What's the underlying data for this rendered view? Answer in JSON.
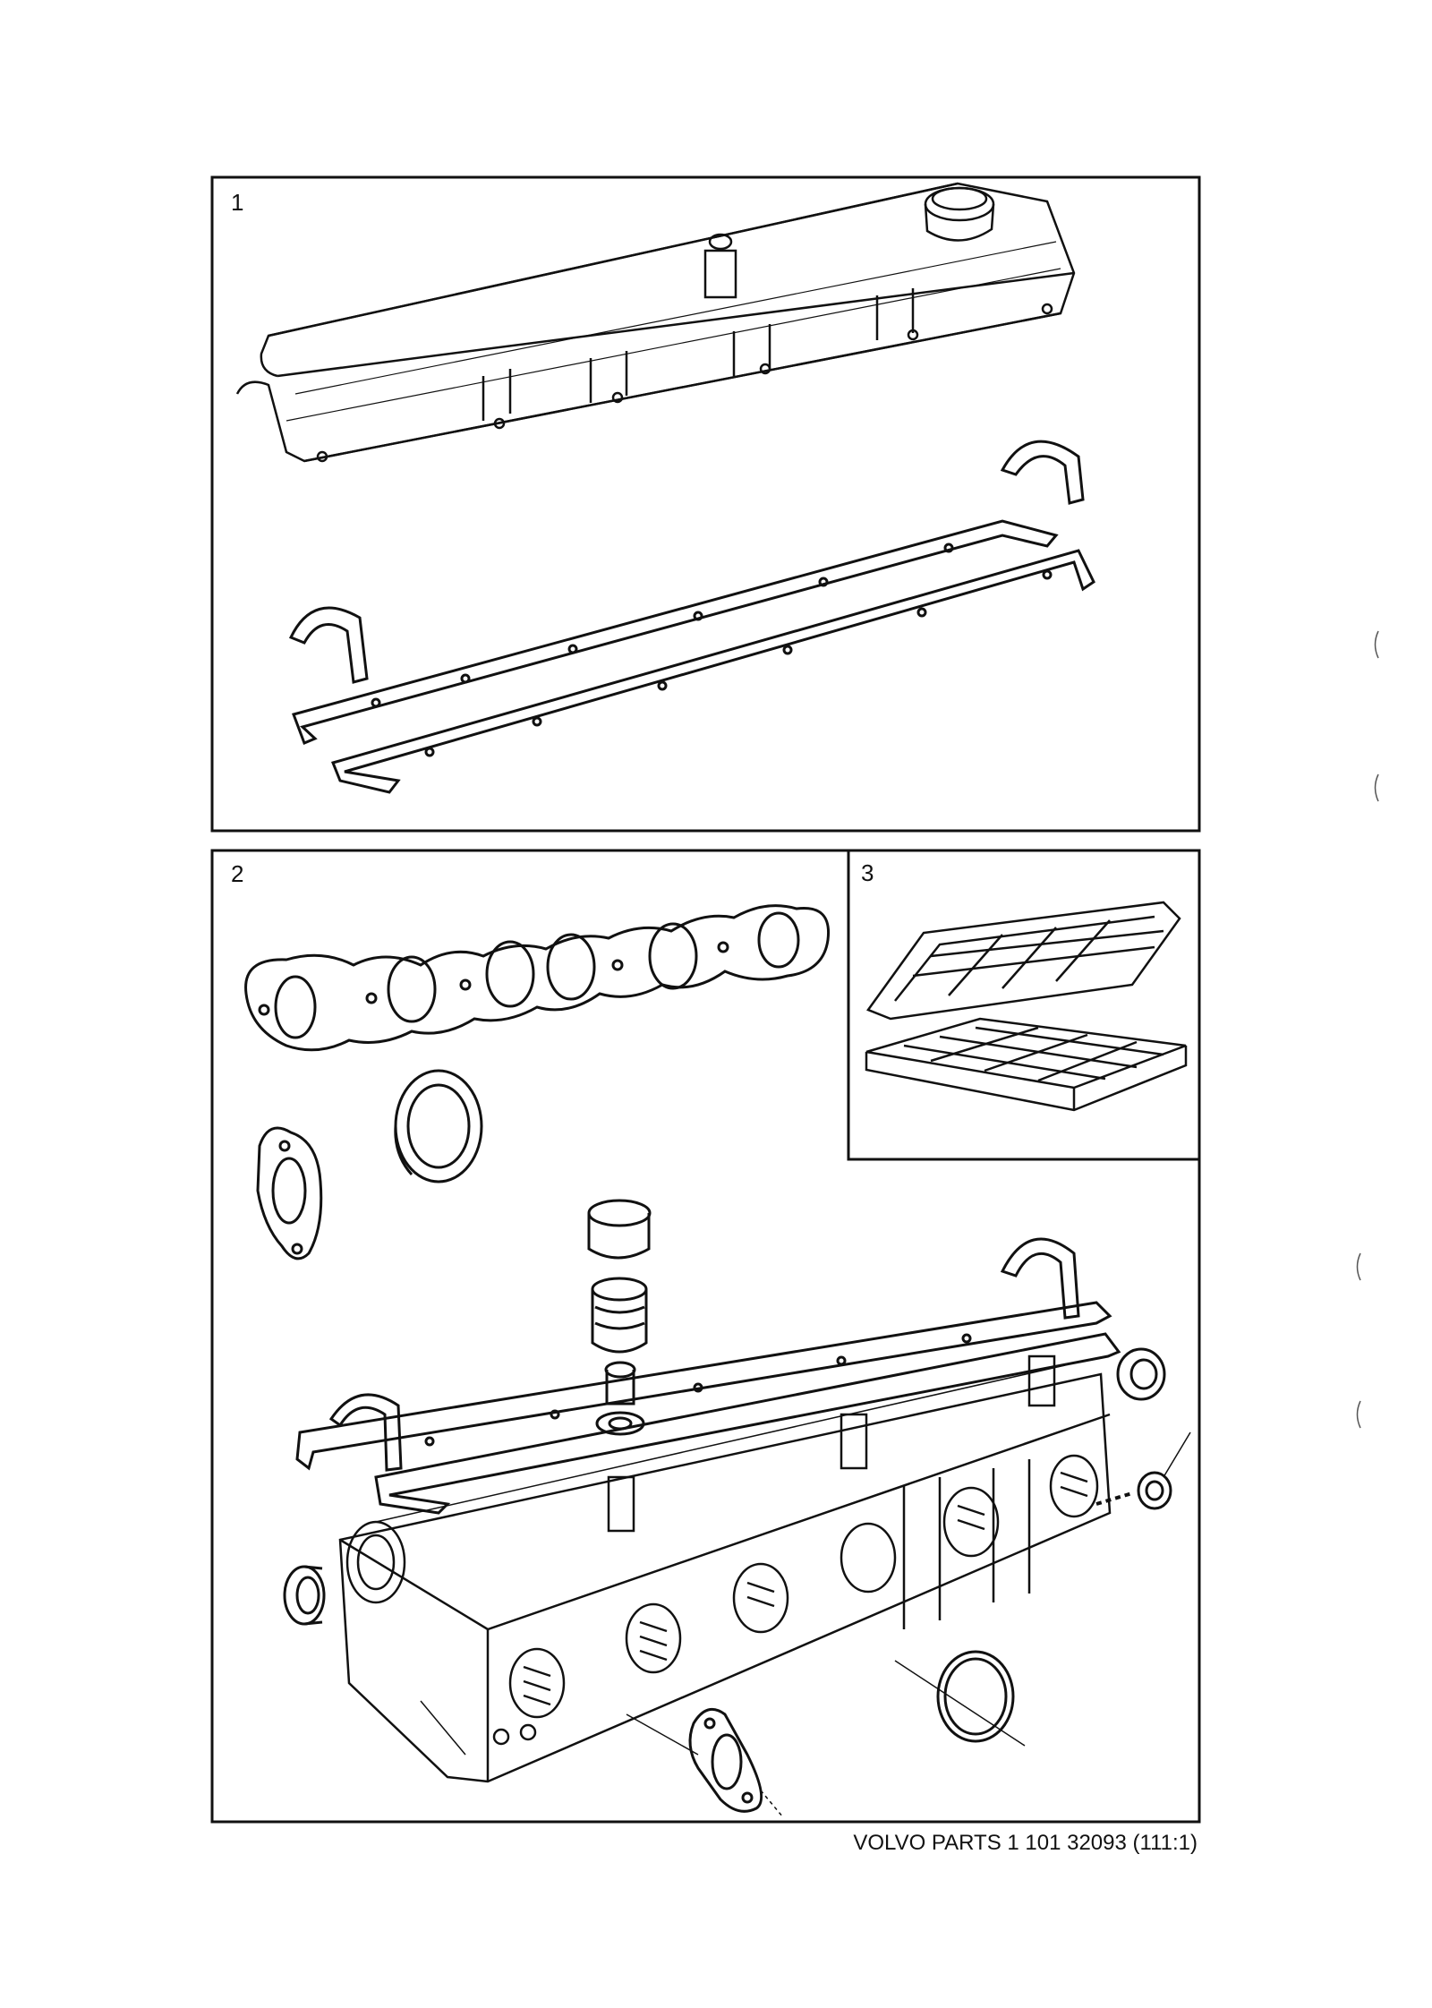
{
  "panels": [
    {
      "number": "1"
    },
    {
      "number": "2"
    },
    {
      "number": "3"
    }
  ],
  "caption": "VOLVO PARTS 1 101 32093 (111:1)",
  "colors": {
    "ink": "#111111",
    "paper": "#ffffff"
  }
}
